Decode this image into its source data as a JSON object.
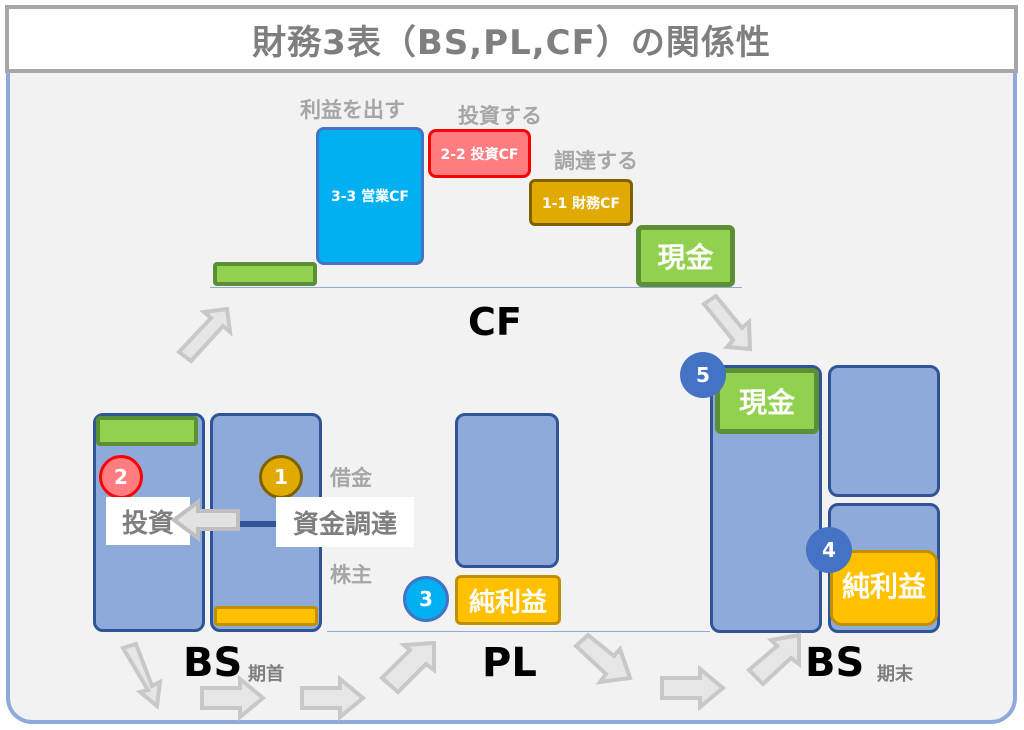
{
  "title": "財務3表（BS,PL,CF）の関係性",
  "colors": {
    "frame_border": "#8eaadb",
    "title_border": "#a6a6a6",
    "background": "#f2f2f2",
    "bs_box": "#8eaadb",
    "bs_border": "#2f5597",
    "cash_green": "#92d050",
    "profit_gold": "#ffc000",
    "operating_cf": "#00b0f0",
    "investing_cf": "#ff7c80",
    "financing_cf": "#e0aa00"
  },
  "cf_section": {
    "label": "CF",
    "captions": {
      "profit": "利益を出す",
      "invest": "投資する",
      "finance": "調達する"
    },
    "bars": {
      "operating": "3-3 営業CF",
      "investing": "2-2 投資CF",
      "financing": "1-1 財務CF",
      "cash": "現金"
    }
  },
  "bs_start": {
    "label": "BS",
    "sublabel": "期首",
    "liability_caption": "借金",
    "equity_caption": "株主",
    "fundraising_tag": "資金調達",
    "investment_tag": "投資",
    "step_invest": "2",
    "step_fund": "1"
  },
  "pl_section": {
    "label": "PL",
    "net_income": "純利益",
    "step": "3"
  },
  "bs_end": {
    "label": "BS",
    "sublabel": "期末",
    "cash": "現金",
    "net_income": "純利益",
    "step_cash": "5",
    "step_profit": "4"
  },
  "icons": {
    "flow_arrow": "hollow-gray-arrow"
  }
}
